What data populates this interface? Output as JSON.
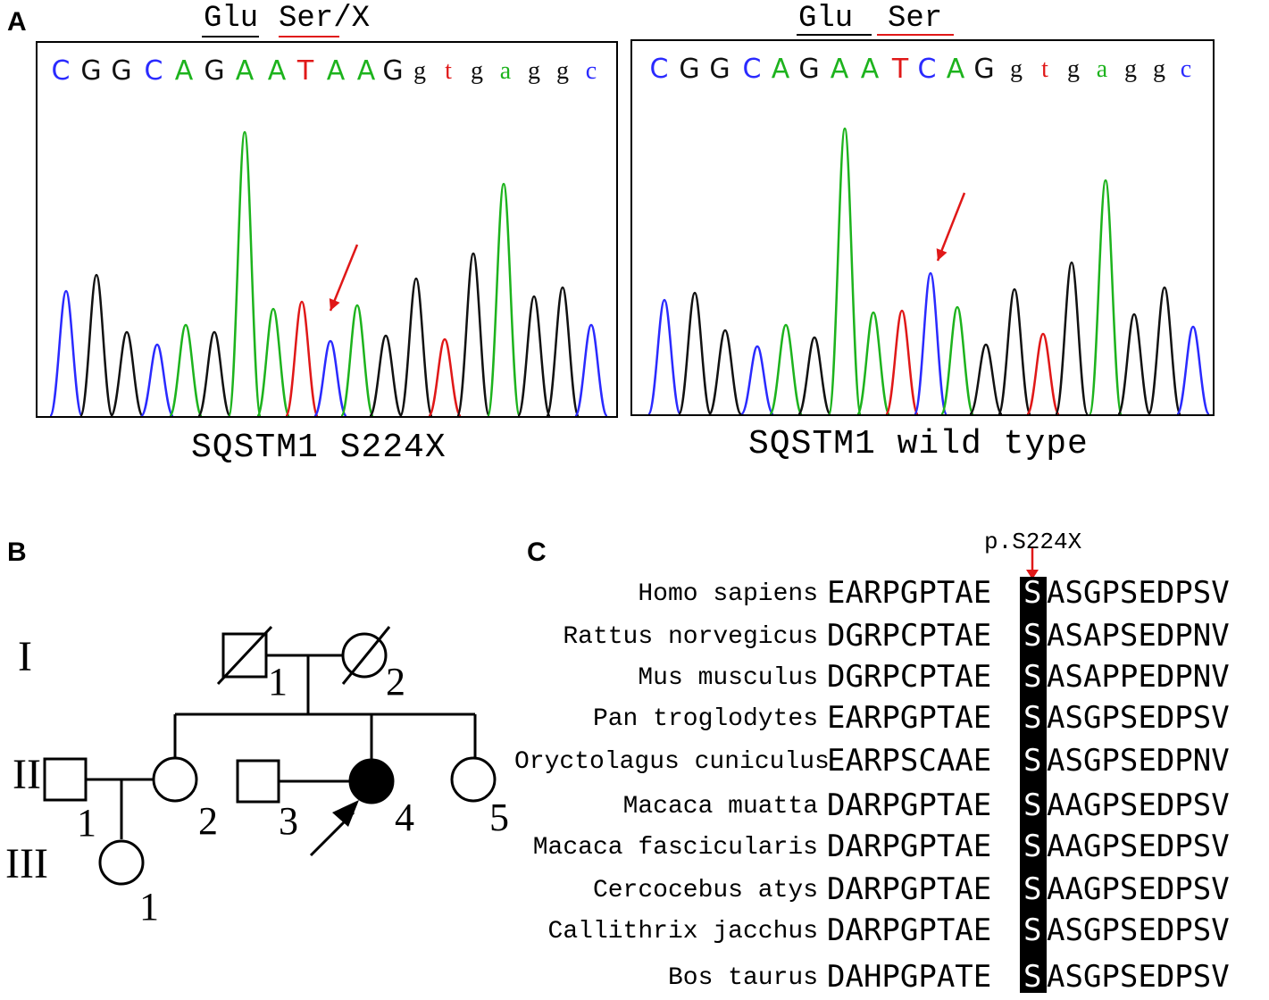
{
  "panels": {
    "a": "A",
    "b": "B",
    "c": "C"
  },
  "chromatograms": [
    {
      "codon_left": "Glu",
      "codon_right": "Ser/X",
      "bases": [
        {
          "b": "C",
          "c": "#2a2aff"
        },
        {
          "b": "G",
          "c": "#111111"
        },
        {
          "b": "G",
          "c": "#111111"
        },
        {
          "b": "C",
          "c": "#2a2aff"
        },
        {
          "b": "A",
          "c": "#1db31d"
        },
        {
          "b": "G",
          "c": "#111111"
        },
        {
          "b": "A",
          "c": "#1db31d"
        },
        {
          "b": "A",
          "c": "#1db31d"
        },
        {
          "b": "T",
          "c": "#e01818"
        },
        {
          "b": "A",
          "c": "#1db31d"
        },
        {
          "b": "A",
          "c": "#1db31d"
        },
        {
          "b": "G",
          "c": "#111111"
        },
        {
          "b": "g",
          "c": "#111111"
        },
        {
          "b": "t",
          "c": "#e01818"
        },
        {
          "b": "g",
          "c": "#111111"
        },
        {
          "b": "a",
          "c": "#1db31d"
        },
        {
          "b": "g",
          "c": "#111111"
        },
        {
          "b": "g",
          "c": "#111111"
        },
        {
          "b": "c",
          "c": "#2a2aff"
        }
      ],
      "caption": "SQSTM1 S224X"
    },
    {
      "codon_left": "Glu",
      "codon_right": "Ser",
      "bases": [
        {
          "b": "C",
          "c": "#2a2aff"
        },
        {
          "b": "G",
          "c": "#111111"
        },
        {
          "b": "G",
          "c": "#111111"
        },
        {
          "b": "C",
          "c": "#2a2aff"
        },
        {
          "b": "A",
          "c": "#1db31d"
        },
        {
          "b": "G",
          "c": "#111111"
        },
        {
          "b": "A",
          "c": "#1db31d"
        },
        {
          "b": "A",
          "c": "#1db31d"
        },
        {
          "b": "T",
          "c": "#e01818"
        },
        {
          "b": "C",
          "c": "#2a2aff"
        },
        {
          "b": "A",
          "c": "#1db31d"
        },
        {
          "b": "G",
          "c": "#111111"
        },
        {
          "b": "g",
          "c": "#111111"
        },
        {
          "b": "t",
          "c": "#e01818"
        },
        {
          "b": "g",
          "c": "#111111"
        },
        {
          "b": "a",
          "c": "#1db31d"
        },
        {
          "b": "g",
          "c": "#111111"
        },
        {
          "b": "g",
          "c": "#111111"
        },
        {
          "b": "c",
          "c": "#2a2aff"
        }
      ],
      "caption": "SQSTM1 wild type"
    }
  ],
  "pedigree": {
    "generations": [
      "I",
      "II",
      "III"
    ],
    "numbers": {
      "I1": "1",
      "I2": "2",
      "II1": "1",
      "II2": "2",
      "II3": "3",
      "II4": "4",
      "II5": "5",
      "III1": "1"
    }
  },
  "alignment": {
    "mutation_label": "p.S224X",
    "rows": [
      {
        "species": "Homo sapiens",
        "pre": "EARPGPTAE",
        "site": "S",
        "post": "ASGPSEDPSV"
      },
      {
        "species": "Rattus norvegicus",
        "pre": "DGRPCPTAE",
        "site": "S",
        "post": "ASAPSEDPNV"
      },
      {
        "species": "Mus musculus",
        "pre": "DGRPCPTAE",
        "site": "S",
        "post": "ASAPPEDPNV"
      },
      {
        "species": "Pan troglodytes",
        "pre": "EARPGPTAE",
        "site": "S",
        "post": "ASGPSEDPSV"
      },
      {
        "species": "Oryctolagus cuniculus",
        "pre": "EARPSCAAE",
        "site": "S",
        "post": "ASGPSEDPNV"
      },
      {
        "species": "Macaca muatta",
        "pre": "DARPGPTAE",
        "site": "S",
        "post": "AAGPSEDPSV"
      },
      {
        "species": "Macaca fascicularis",
        "pre": "DARPGPTAE",
        "site": "S",
        "post": "AAGPSEDPSV"
      },
      {
        "species": "Cercocebus atys",
        "pre": "DARPGPTAE",
        "site": "S",
        "post": "AAGPSEDPSV"
      },
      {
        "species": "Callithrix jacchus",
        "pre": "DARPGPTAE",
        "site": "S",
        "post": "ASGPSEDPSV"
      },
      {
        "species": "Bos taurus",
        "pre": "DAHPGPATE",
        "site": "S",
        "post": "ASGPSEDPSV"
      }
    ]
  }
}
